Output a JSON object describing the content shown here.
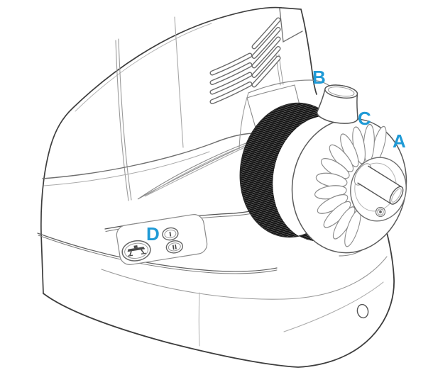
{
  "labels": {
    "a": "A",
    "b": "B",
    "c": "C",
    "d": "D"
  },
  "panel": {
    "speed_1": "I",
    "speed_2": "II"
  },
  "colors": {
    "label": "#1f9ad6",
    "outline_dark": "#3d3d3d",
    "outline_mid": "#6e6e6e",
    "outline_light": "#a8a8a8",
    "knurl_fill": "#151515"
  }
}
